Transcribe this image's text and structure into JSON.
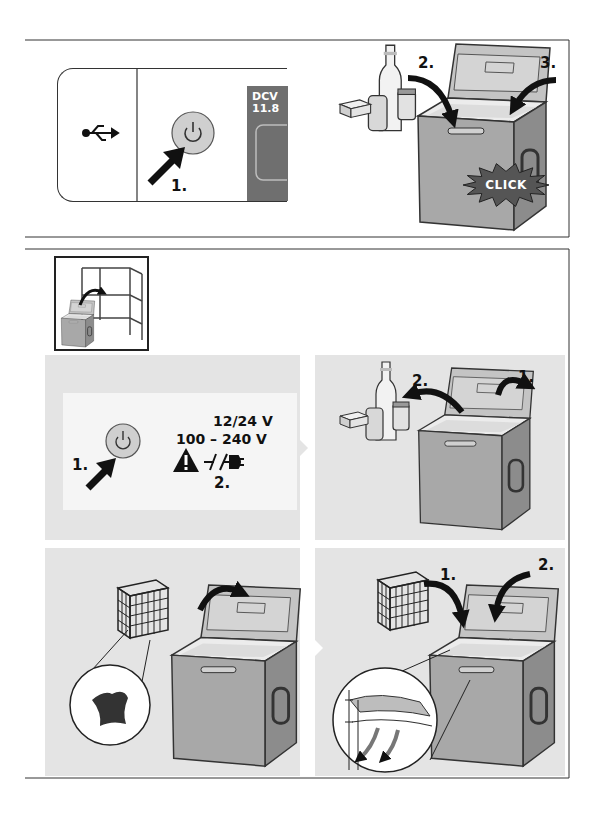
{
  "diagram": {
    "nodes": [
      {
        "text": [
          "1."
        ]
      },
      {
        "text": [
          "DCV 11.8"
        ],
        "in": 0
      },
      {
        "text": [
          "CLICK"
        ]
      }
    ],
    "labels": [
      "2.",
      "3.",
      "1.",
      "12/24 V",
      "100 – 240 V",
      "2.",
      "2.",
      "1.",
      "1.",
      "2."
    ]
  }
}
